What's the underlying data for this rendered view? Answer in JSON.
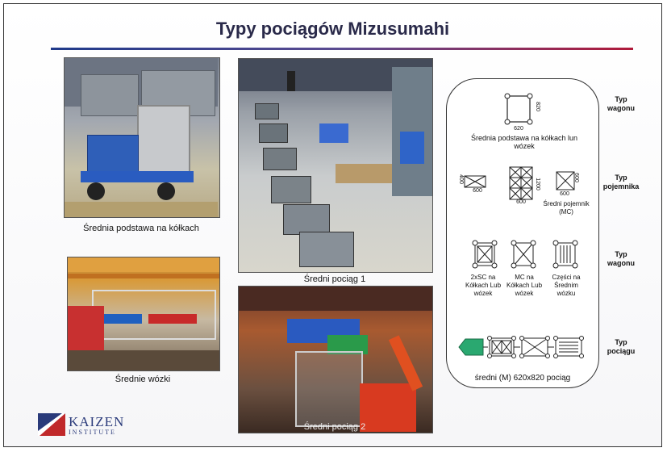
{
  "title": "Typy pociągów Mizusumahi",
  "captions": {
    "photo1": "Średnia podstawa na kółkach",
    "photo2": "Średni pociąg 1",
    "photo3": "Średnie wózki",
    "photo4": "Średni pociąg 2"
  },
  "side_labels": {
    "wagon_type": "Typ\nwagonu",
    "container_type": "Typ\npojemnika",
    "wagon_type_2": "Typ\nwagonu",
    "train_type": "Typ\npociągu"
  },
  "diagram": {
    "base_dim_w": "620",
    "base_dim_h": "820",
    "base_label": "Średnia podstawa na kółkach lun wózek",
    "container_small_w": "600",
    "container_small_h": "400",
    "container_stack_w": "600",
    "container_stack_h": "1200",
    "container_mc_w": "600",
    "container_mc_h": "600",
    "container_mc_label": "Średni pojemnik (MC)",
    "wagon1_label": "2xSC na Kółkach Lub wózek",
    "wagon2_label": "MC na Kółkach Lub wózek",
    "wagon3_label": "Części na Średnim wózku",
    "train_label": "średni (M) 620x820 pociąg"
  },
  "logo": {
    "name": "KAIZEN",
    "sub": "INSTITUTE",
    "colors": {
      "blue": "#2a3a7a",
      "red": "#c0282a"
    }
  }
}
